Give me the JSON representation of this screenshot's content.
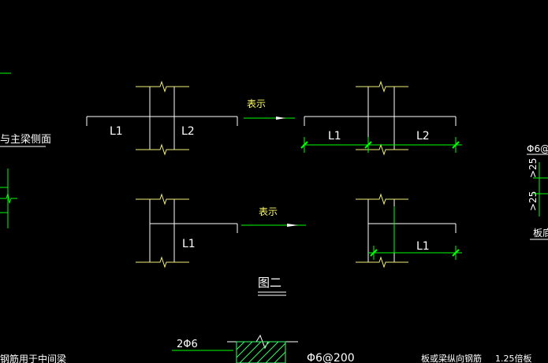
{
  "labels": {
    "l1": "L1",
    "l2": "L2",
    "represent": "表示",
    "figure_title": "图二",
    "left_top_note": "与主梁侧面",
    "bottom_left_note": "钢筋用于中间梁",
    "bottom_rebar": "2Φ6",
    "bottom_spacing": "Φ6@200",
    "bottom_right_note1": "板或梁纵向钢筋",
    "bottom_right_note2": "1.25倍板",
    "right_rebar": "Φ6@",
    "right_dim1": ">25",
    "right_dim2": ">25",
    "right_note": "板底"
  },
  "colors": {
    "background": "#000000",
    "white_line": "#ffffff",
    "yellow_line": "#f0f078",
    "green_line": "#00ff00",
    "text_white": "#ffffff",
    "text_yellow": "#ffff66",
    "text_green": "#33ff33",
    "hatch": "#33ff66"
  }
}
